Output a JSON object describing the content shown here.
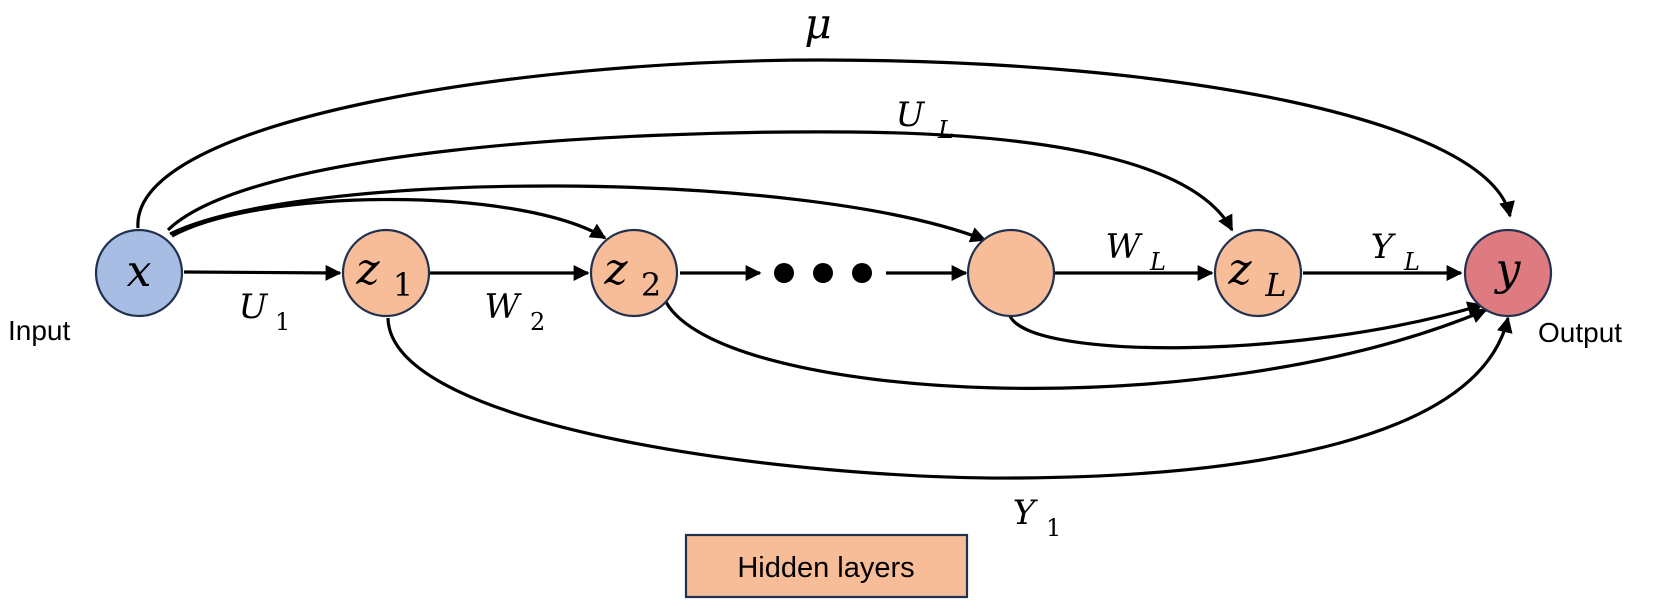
{
  "nodes": {
    "input": {
      "symbol": "x",
      "sub": ""
    },
    "z1": {
      "symbol": "z",
      "sub": "1"
    },
    "z2": {
      "symbol": "z",
      "sub": "2"
    },
    "zL": {
      "symbol": "z",
      "sub": "L"
    },
    "output": {
      "symbol": "y",
      "sub": ""
    }
  },
  "labels": {
    "input": "Input",
    "output": "Output",
    "legend": "Hidden layers"
  },
  "edge_labels": {
    "mu": {
      "sym": "μ",
      "sub": ""
    },
    "U_L": {
      "sym": "U",
      "sub": "L"
    },
    "U_1": {
      "sym": "U",
      "sub": "1"
    },
    "W_2": {
      "sym": "W",
      "sub": "2"
    },
    "W_L": {
      "sym": "W",
      "sub": "L"
    },
    "Y_L": {
      "sym": "Y",
      "sub": "L"
    },
    "Y_1": {
      "sym": "Y",
      "sub": "1"
    }
  },
  "colors": {
    "input": "#a7bde3",
    "hidden": "#f6bd98",
    "output": "#de7b80",
    "outline": "#22304f"
  }
}
